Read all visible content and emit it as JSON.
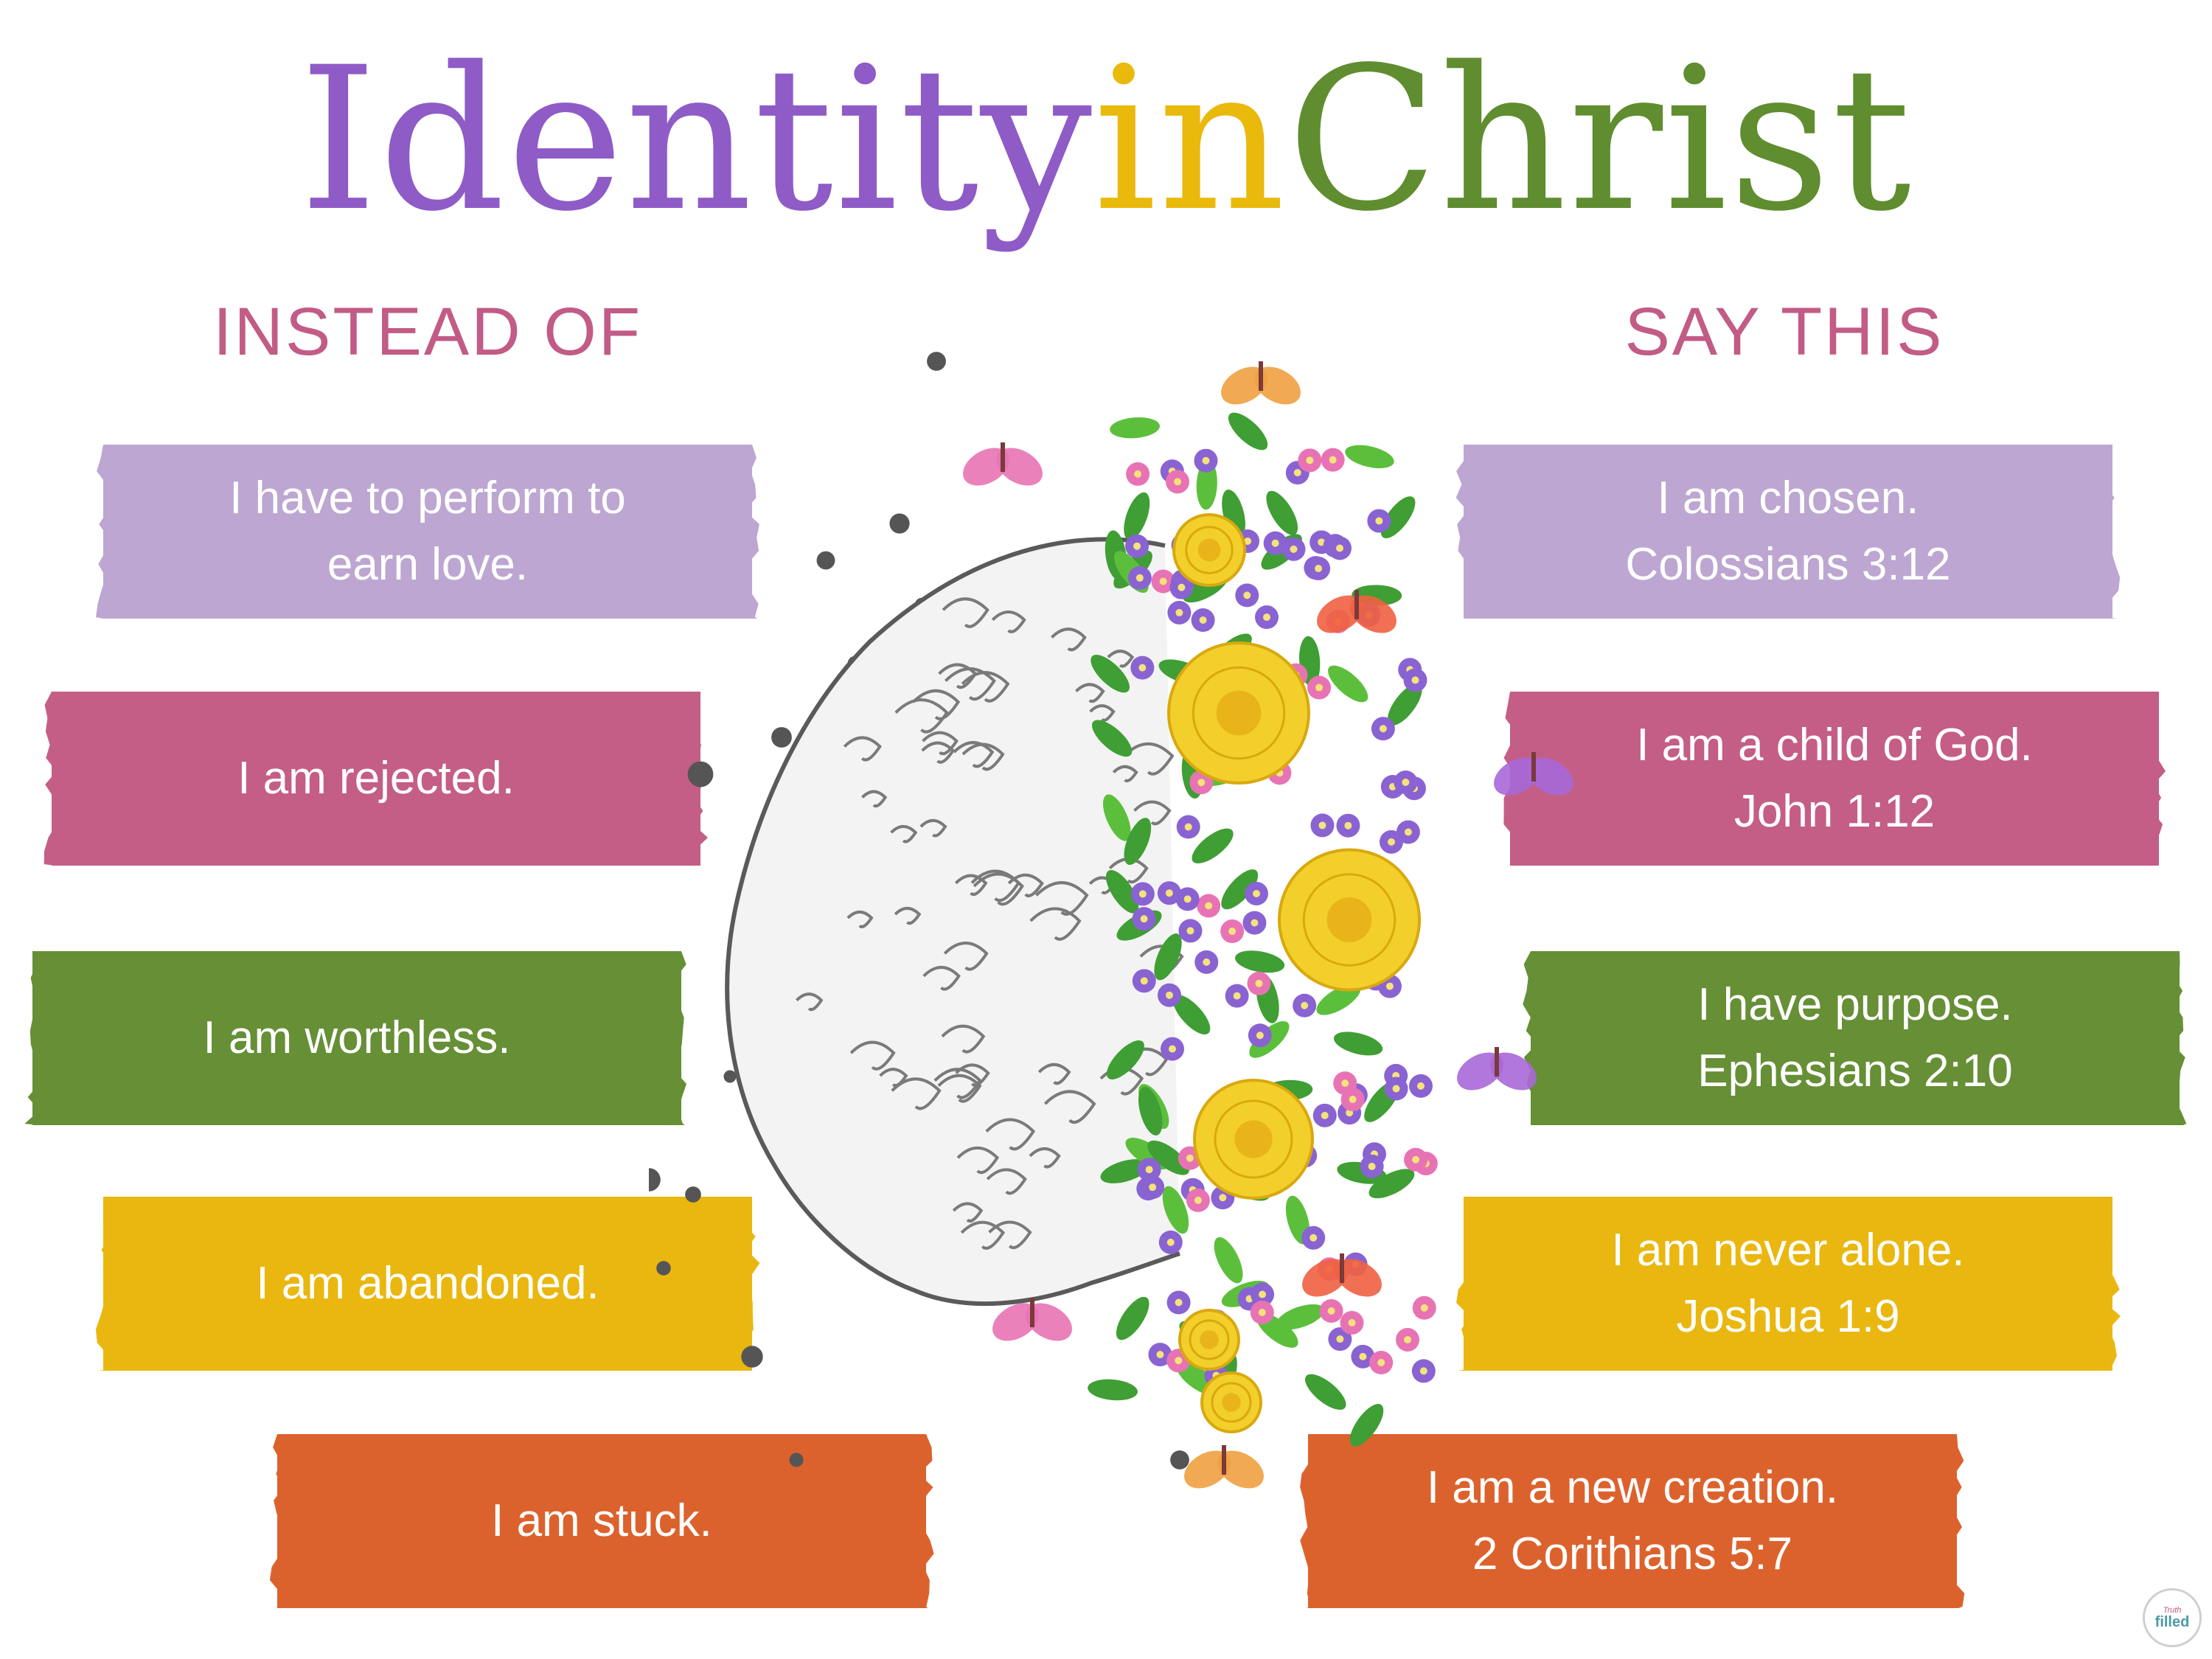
{
  "title": {
    "parts": [
      {
        "text": "Identity ",
        "color": "#8e5bc7"
      },
      {
        "text": "in ",
        "color": "#e9b90c"
      },
      {
        "text": "Christ",
        "color": "#5f8d2f"
      }
    ]
  },
  "columns": {
    "left_heading": "INSTEAD OF",
    "right_heading": "SAY THIS",
    "heading_color": "#c25b86"
  },
  "instead_of": [
    {
      "lines": [
        "I have to perform to",
        "earn love."
      ],
      "color": "#bda6d1"
    },
    {
      "lines": [
        "I am rejected."
      ],
      "color": "#c45e86"
    },
    {
      "lines": [
        "I am worthless."
      ],
      "color": "#668f36"
    },
    {
      "lines": [
        "I am abandoned."
      ],
      "color": "#e9b70f"
    },
    {
      "lines": [
        "I am stuck."
      ],
      "color": "#dc622d"
    }
  ],
  "say_this": [
    {
      "lines": [
        "I am chosen.",
        "Colossians 3:12"
      ],
      "color": "#bda6d1"
    },
    {
      "lines": [
        "I am a child of God.",
        "John 1:12"
      ],
      "color": "#c45e86"
    },
    {
      "lines": [
        "I have purpose.",
        "Ephesians 2:10"
      ],
      "color": "#668f36"
    },
    {
      "lines": [
        "I am never alone.",
        "Joshua 1:9"
      ],
      "color": "#e9b70f"
    },
    {
      "lines": [
        "I am a new creation.",
        "2 Corithians 5:7"
      ],
      "color": "#dc622d"
    }
  ],
  "illustration": {
    "description_icon": "brain-flowers-icon",
    "flower_colors": [
      "#f2cf2a",
      "#8a63d2",
      "#3f9e34",
      "#e873b4",
      "#f0a040"
    ]
  },
  "logo": {
    "line1": "Truth",
    "line2": "filled"
  }
}
